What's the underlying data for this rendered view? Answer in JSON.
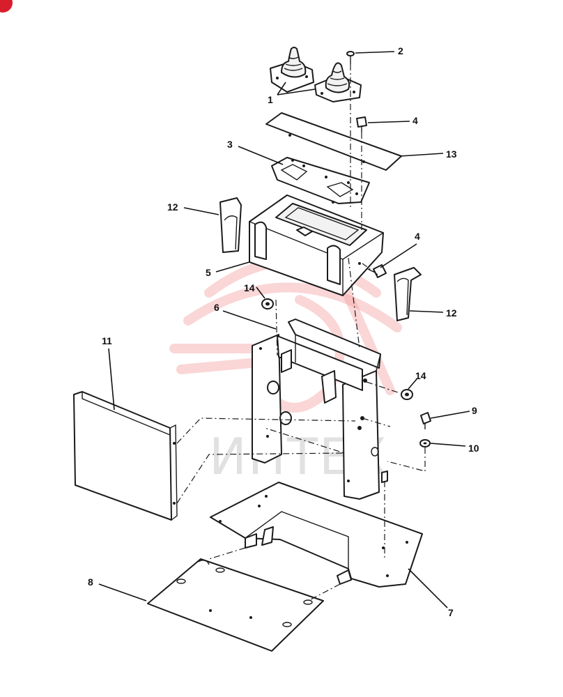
{
  "watermark": {
    "text": "ИНТЕХ",
    "color": "#d8d8d8",
    "mark_color": "#f3a3a3"
  },
  "corner_badge_color": "#d81e2c",
  "callouts": [
    {
      "id": "c1",
      "label": "1"
    },
    {
      "id": "c2",
      "label": "2"
    },
    {
      "id": "c3",
      "label": "3"
    },
    {
      "id": "c4a",
      "label": "4"
    },
    {
      "id": "c4b",
      "label": "4"
    },
    {
      "id": "c5",
      "label": "5"
    },
    {
      "id": "c6",
      "label": "6"
    },
    {
      "id": "c7",
      "label": "7"
    },
    {
      "id": "c8",
      "label": "8"
    },
    {
      "id": "c9",
      "label": "9"
    },
    {
      "id": "c10",
      "label": "10"
    },
    {
      "id": "c11",
      "label": "11"
    },
    {
      "id": "c12a",
      "label": "12"
    },
    {
      "id": "c12b",
      "label": "12"
    },
    {
      "id": "c13",
      "label": "13"
    },
    {
      "id": "c14a",
      "label": "14"
    },
    {
      "id": "c14b",
      "label": "14"
    }
  ]
}
